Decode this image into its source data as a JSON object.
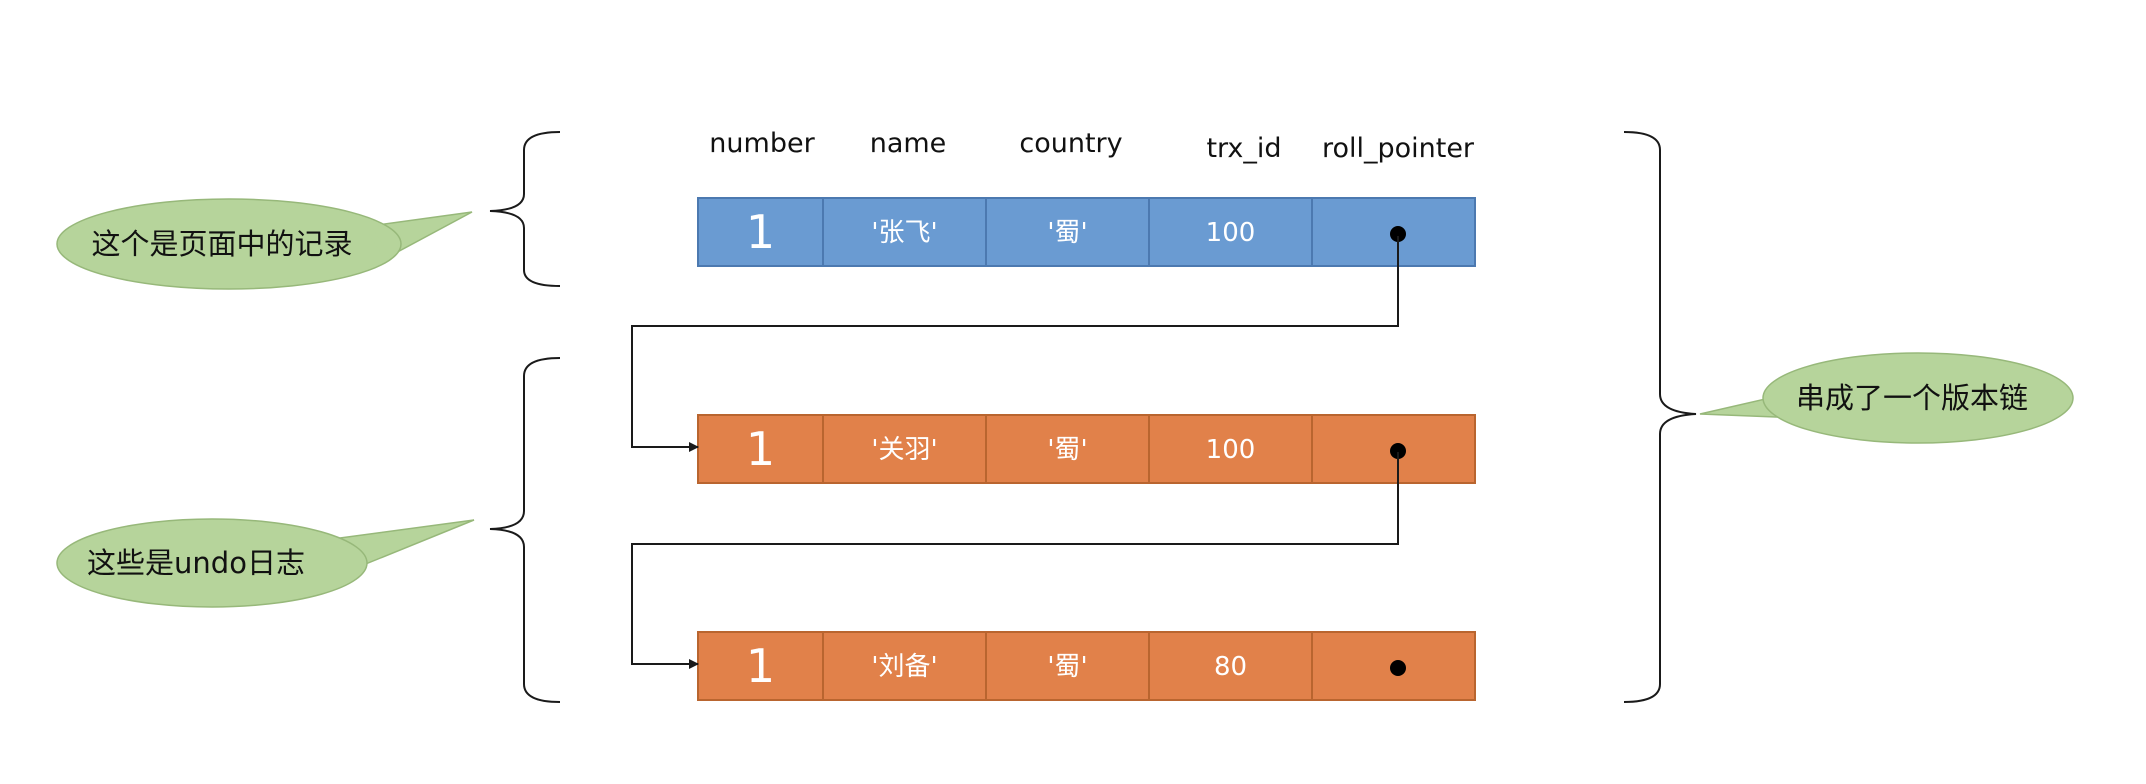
{
  "columns": [
    "number",
    "name",
    "country",
    "trx_id",
    "roll_pointer"
  ],
  "records": [
    {
      "number": "1",
      "name": "'张飞'",
      "country": "'蜀'",
      "trx_id": "100",
      "kind": "page"
    },
    {
      "number": "1",
      "name": "'关羽'",
      "country": "'蜀'",
      "trx_id": "100",
      "kind": "undo"
    },
    {
      "number": "1",
      "name": "'刘备'",
      "country": "'蜀'",
      "trx_id": "80",
      "kind": "undo"
    }
  ],
  "callouts": {
    "page_record": "这个是页面中的记录",
    "undo_logs": "这些是undo日志",
    "version_chain": "串成了一个版本链"
  },
  "colors": {
    "page_record_fill": "#6a9bd2",
    "page_record_stroke": "#4c79b0",
    "undo_fill": "#e1814a",
    "undo_stroke": "#b9652f",
    "callout_fill": "#b6d49b",
    "callout_stroke": "#97b87a",
    "line": "#1a1a1a"
  }
}
